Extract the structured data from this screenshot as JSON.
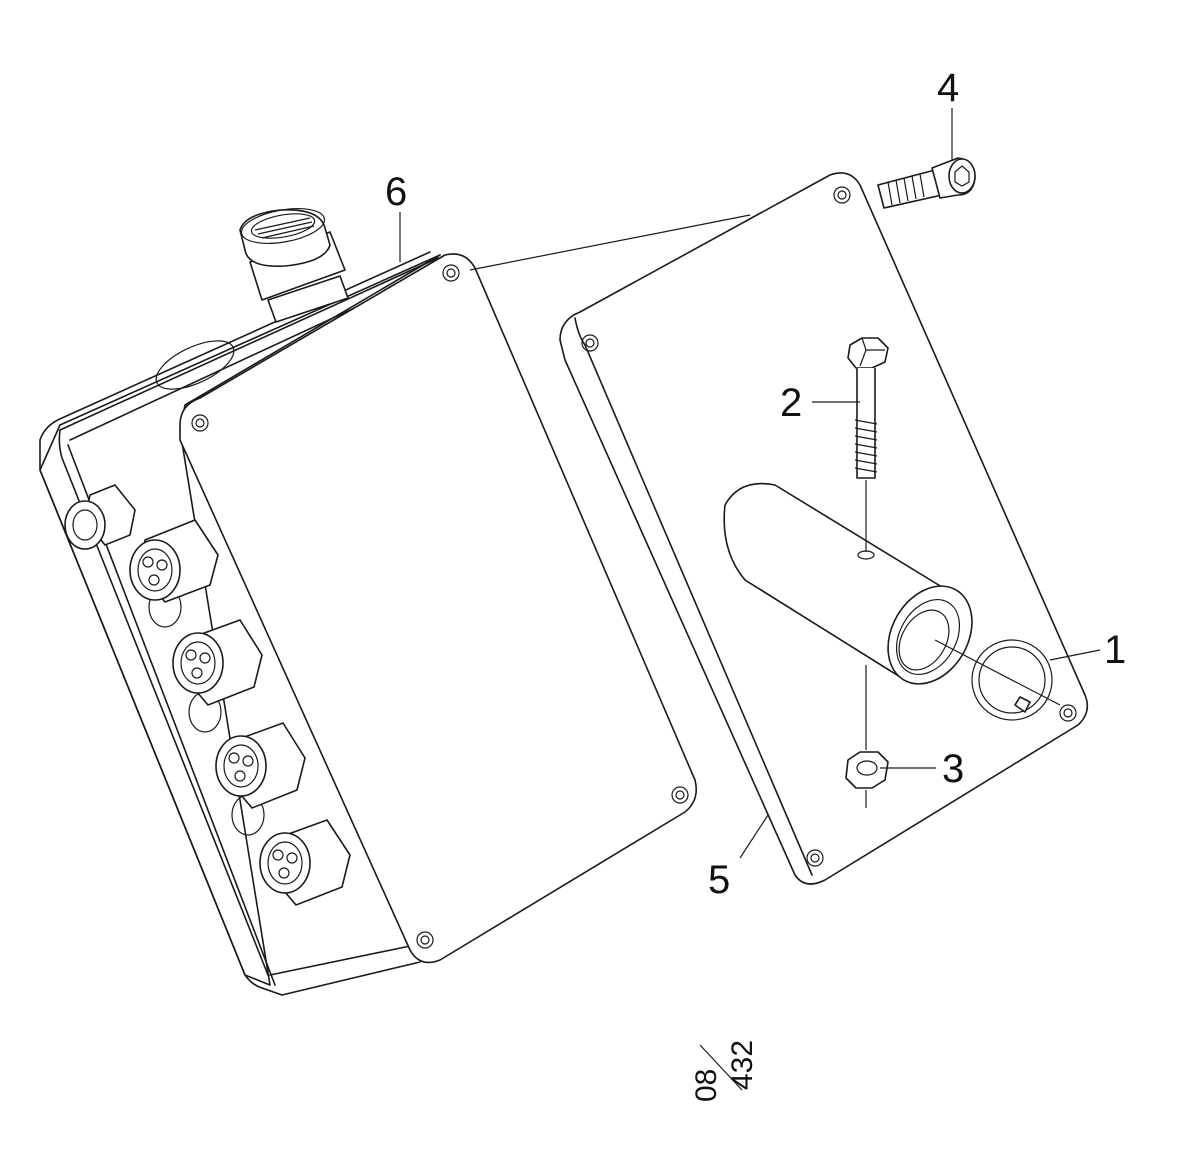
{
  "callouts": [
    {
      "id": "callout-1",
      "label": "1"
    },
    {
      "id": "callout-2",
      "label": "2"
    },
    {
      "id": "callout-3",
      "label": "3"
    },
    {
      "id": "callout-4",
      "label": "4"
    },
    {
      "id": "callout-5",
      "label": "5"
    },
    {
      "id": "callout-6",
      "label": "6"
    }
  ],
  "drawing_code": {
    "numerator": "08",
    "denominator": "432"
  },
  "colors": {
    "line": "#1a1a1a",
    "background": "#ffffff"
  }
}
